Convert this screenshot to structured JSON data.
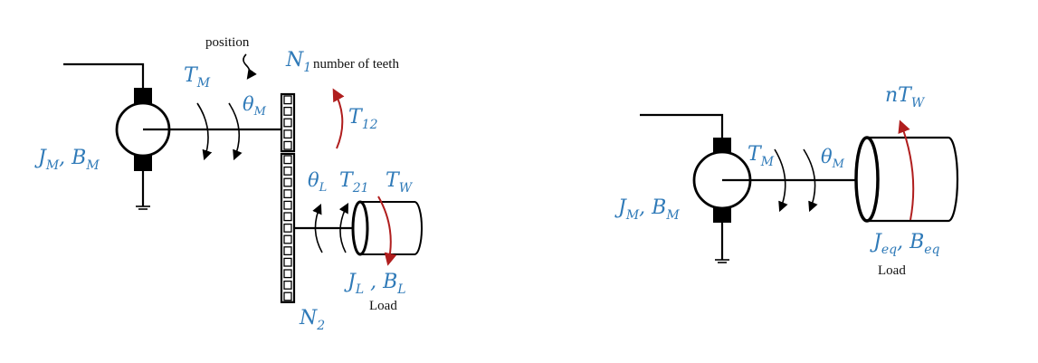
{
  "left": {
    "position_note": "position",
    "teeth_note": "number of teeth",
    "load_label": "Load",
    "tm": {
      "base": "T",
      "sub": "M"
    },
    "theta_m": {
      "base": "θ",
      "sub": "M"
    },
    "n1": {
      "base": "N",
      "sub": "1"
    },
    "t12": {
      "base": "T",
      "sub": "12"
    },
    "jm_bm": {
      "j": "J",
      "jsub": "M",
      "sep": ", ",
      "b": "B",
      "bsub": "M"
    },
    "theta_l": {
      "base": "θ",
      "sub": "L"
    },
    "t21": {
      "base": "T",
      "sub": "21"
    },
    "tw": {
      "base": "T",
      "sub": "W"
    },
    "jl_bl": {
      "j": "J",
      "jsub": "L",
      "sep": " , ",
      "b": "B",
      "bsub": "L"
    },
    "n2": {
      "base": "N",
      "sub": "2"
    }
  },
  "right": {
    "load_label": "Load",
    "ntw": {
      "pre": "nT",
      "sub": "W"
    },
    "tm": {
      "base": "T",
      "sub": "M"
    },
    "theta_m": {
      "base": "θ",
      "sub": "M"
    },
    "jm_bm": {
      "j": "J",
      "jsub": "M",
      "sep": ", ",
      "b": "B",
      "bsub": "M"
    },
    "jeq_beq": {
      "j": "J",
      "jsub": "eq",
      "sep": ", ",
      "b": "B",
      "bsub": "eq"
    }
  },
  "colors": {
    "math": "#2f7ab8",
    "torque_arrow": "#b01e1e",
    "ink": "#000000"
  }
}
